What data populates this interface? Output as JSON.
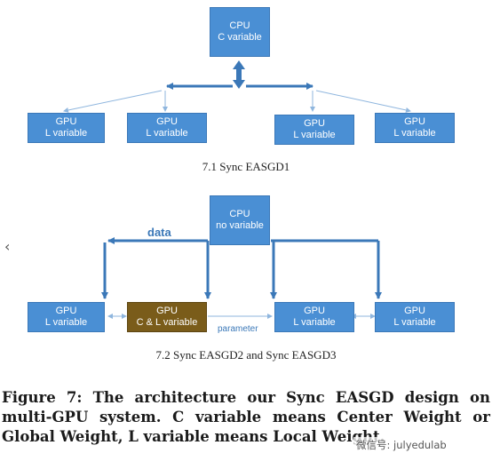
{
  "diagram1": {
    "cpu_title": "CPU",
    "cpu_sub": "C variable",
    "gpus": [
      {
        "title": "GPU",
        "sub": "L variable"
      },
      {
        "title": "GPU",
        "sub": "L variable"
      },
      {
        "title": "GPU",
        "sub": "L variable"
      },
      {
        "title": "GPU",
        "sub": "L variable"
      }
    ],
    "caption": "7.1  Sync EASGD1"
  },
  "diagram2": {
    "cpu_title": "CPU",
    "cpu_sub": "no variable",
    "gpus": [
      {
        "title": "GPU",
        "sub": "L variable"
      },
      {
        "title": "GPU",
        "sub": "C & L variable"
      },
      {
        "title": "GPU",
        "sub": "L variable"
      },
      {
        "title": "GPU",
        "sub": "L variable"
      }
    ],
    "data_label": "data",
    "parameter_label": "parameter",
    "caption": "7.2  Sync EASGD2 and Sync EASGD3"
  },
  "figure_caption": "Figure 7: The architecture our Sync EASGD design on multi-GPU system.  C variable means Center Weight or Global Weight, L variable means Local Weight.",
  "watermark": "微信号: julyedulab",
  "nav_icon": "chevron-left-icon",
  "colors": {
    "box": "#4a8fd4",
    "highlight": "#7a5c1a",
    "arrow": "#3b78b8"
  }
}
